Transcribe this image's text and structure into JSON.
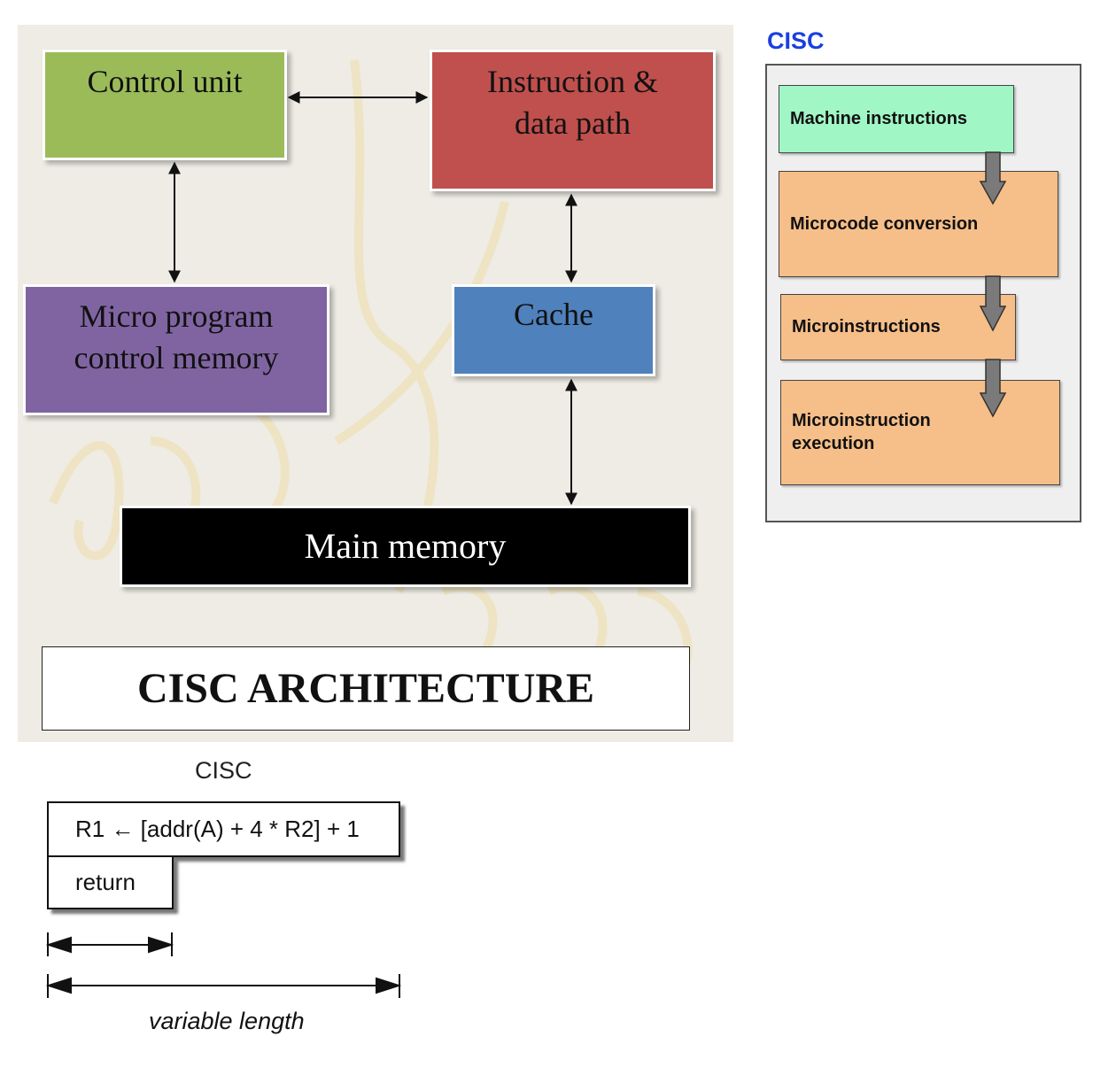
{
  "architecture": {
    "control_unit": "Control unit",
    "instruction_path_line1": "Instruction &",
    "instruction_path_line2": "data path",
    "micro_program_line1": "Micro program",
    "micro_program_line2": "control memory",
    "cache": "Cache",
    "main_memory": "Main memory",
    "title": "CISC ARCHITECTURE",
    "colors": {
      "control_unit": "#9bbb59",
      "instruction_path": "#c0504d",
      "micro_program": "#8064a2",
      "cache": "#4f81bd",
      "main_memory": "#000000"
    }
  },
  "flow": {
    "heading": "CISC",
    "steps": [
      {
        "line1": "Machine instructions",
        "line2": "",
        "color": "#a1f6c6"
      },
      {
        "line1": "Microcode conversion",
        "line2": "",
        "color": "#f6be88"
      },
      {
        "line1": "Microinstructions",
        "line2": "",
        "color": "#f6be88"
      },
      {
        "line1": "Microinstruction",
        "line2": "execution",
        "color": "#f6be88"
      }
    ]
  },
  "format": {
    "heading": "CISC",
    "instruction": "R1 ← [addr(A) + 4 * R2] + 1",
    "instruction_parts": [
      "R1",
      "[addr(A) + 4 * R2] + 1"
    ],
    "second_row": "return",
    "caption": "variable length"
  }
}
